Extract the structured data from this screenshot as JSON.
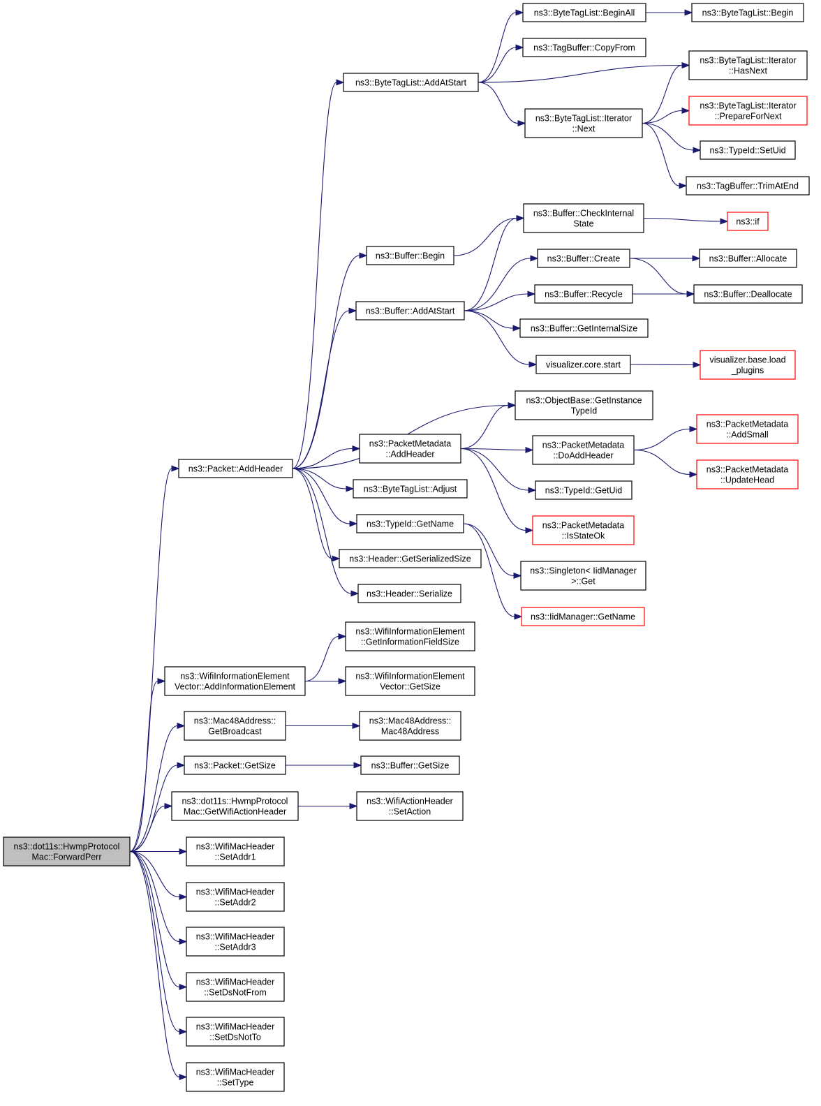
{
  "colors": {
    "edge": "#191970",
    "node_border": "#000000",
    "node_border_incomplete": "#ff0000",
    "root_fill": "#bfbfbf",
    "node_fill": "#ffffff"
  },
  "nodes": [
    {
      "id": "forwardperr",
      "lines": [
        "ns3::dot11s::HwmpProtocol",
        "Mac::ForwardPerr"
      ],
      "style": "root"
    },
    {
      "id": "packet-addheader",
      "lines": [
        "ns3::Packet::AddHeader"
      ],
      "style": "normal"
    },
    {
      "id": "bytetaglist-addatstart",
      "lines": [
        "ns3::ByteTagList::AddAtStart"
      ],
      "style": "normal"
    },
    {
      "id": "bytetaglist-beginall",
      "lines": [
        "ns3::ByteTagList::BeginAll"
      ],
      "style": "normal"
    },
    {
      "id": "bytetaglist-begin",
      "lines": [
        "ns3::ByteTagList::Begin"
      ],
      "style": "normal"
    },
    {
      "id": "tagbuffer-copyfrom",
      "lines": [
        "ns3::TagBuffer::CopyFrom"
      ],
      "style": "normal"
    },
    {
      "id": "iterator-hasnext",
      "lines": [
        "ns3::ByteTagList::Iterator",
        "::HasNext"
      ],
      "style": "normal"
    },
    {
      "id": "iterator-next",
      "lines": [
        "ns3::ByteTagList::Iterator",
        "::Next"
      ],
      "style": "normal"
    },
    {
      "id": "iterator-prepare",
      "lines": [
        "ns3::ByteTagList::Iterator",
        "::PrepareForNext"
      ],
      "style": "red"
    },
    {
      "id": "typeid-setuid",
      "lines": [
        "ns3::TypeId::SetUid"
      ],
      "style": "normal"
    },
    {
      "id": "tagbuffer-trimatend",
      "lines": [
        "ns3::TagBuffer::TrimAtEnd"
      ],
      "style": "normal"
    },
    {
      "id": "buffer-checkinternal",
      "lines": [
        "ns3::Buffer::CheckInternal",
        "State"
      ],
      "style": "normal"
    },
    {
      "id": "ns3-if",
      "lines": [
        "ns3::if"
      ],
      "style": "red"
    },
    {
      "id": "buffer-begin",
      "lines": [
        "ns3::Buffer::Begin"
      ],
      "style": "normal"
    },
    {
      "id": "buffer-create",
      "lines": [
        "ns3::Buffer::Create"
      ],
      "style": "normal"
    },
    {
      "id": "buffer-allocate",
      "lines": [
        "ns3::Buffer::Allocate"
      ],
      "style": "normal"
    },
    {
      "id": "buffer-addatstart",
      "lines": [
        "ns3::Buffer::AddAtStart"
      ],
      "style": "normal"
    },
    {
      "id": "buffer-recycle",
      "lines": [
        "ns3::Buffer::Recycle"
      ],
      "style": "normal"
    },
    {
      "id": "buffer-deallocate",
      "lines": [
        "ns3::Buffer::Deallocate"
      ],
      "style": "normal"
    },
    {
      "id": "buffer-getinternalsize",
      "lines": [
        "ns3::Buffer::GetInternalSize"
      ],
      "style": "normal"
    },
    {
      "id": "visualizer-core-start",
      "lines": [
        "visualizer.core.start"
      ],
      "style": "normal"
    },
    {
      "id": "visualizer-base-load",
      "lines": [
        "visualizer.base.load",
        "_plugins"
      ],
      "style": "red"
    },
    {
      "id": "objectbase-getinstance",
      "lines": [
        "ns3::ObjectBase::GetInstance",
        "TypeId"
      ],
      "style": "normal"
    },
    {
      "id": "packetmetadata-addheader",
      "lines": [
        "ns3::PacketMetadata",
        "::AddHeader"
      ],
      "style": "normal"
    },
    {
      "id": "packetmetadata-doaddheader",
      "lines": [
        "ns3::PacketMetadata",
        "::DoAddHeader"
      ],
      "style": "normal"
    },
    {
      "id": "packetmetadata-addsmall",
      "lines": [
        "ns3::PacketMetadata",
        "::AddSmall"
      ],
      "style": "red"
    },
    {
      "id": "packetmetadata-updatehead",
      "lines": [
        "ns3::PacketMetadata",
        "::UpdateHead"
      ],
      "style": "red"
    },
    {
      "id": "bytetaglist-adjust",
      "lines": [
        "ns3::ByteTagList::Adjust"
      ],
      "style": "normal"
    },
    {
      "id": "typeid-getuid",
      "lines": [
        "ns3::TypeId::GetUid"
      ],
      "style": "normal"
    },
    {
      "id": "typeid-getname",
      "lines": [
        "ns3::TypeId::GetName"
      ],
      "style": "normal"
    },
    {
      "id": "packetmetadata-isstateok",
      "lines": [
        "ns3::PacketMetadata",
        "::IsStateOk"
      ],
      "style": "red"
    },
    {
      "id": "header-getserializedsize",
      "lines": [
        "ns3::Header::GetSerializedSize"
      ],
      "style": "normal"
    },
    {
      "id": "singleton-get",
      "lines": [
        "ns3::Singleton< IidManager",
        ">::Get"
      ],
      "style": "normal"
    },
    {
      "id": "header-serialize",
      "lines": [
        "ns3::Header::Serialize"
      ],
      "style": "normal"
    },
    {
      "id": "iidmanager-getname",
      "lines": [
        "ns3::IidManager::GetName"
      ],
      "style": "red"
    },
    {
      "id": "wie-getinfofieldsize",
      "lines": [
        "ns3::WifiInformationElement",
        "::GetInformationFieldSize"
      ],
      "style": "normal"
    },
    {
      "id": "wiev-addinfoelement",
      "lines": [
        "ns3::WifiInformationElement",
        "Vector::AddInformationElement"
      ],
      "style": "normal"
    },
    {
      "id": "wiev-getsize",
      "lines": [
        "ns3::WifiInformationElement",
        "Vector::GetSize"
      ],
      "style": "normal"
    },
    {
      "id": "mac48-getbroadcast",
      "lines": [
        "ns3::Mac48Address::",
        "GetBroadcast"
      ],
      "style": "normal"
    },
    {
      "id": "mac48-mac48address",
      "lines": [
        "ns3::Mac48Address::",
        "Mac48Address"
      ],
      "style": "normal"
    },
    {
      "id": "packet-getsize",
      "lines": [
        "ns3::Packet::GetSize"
      ],
      "style": "normal"
    },
    {
      "id": "buffer-getsize",
      "lines": [
        "ns3::Buffer::GetSize"
      ],
      "style": "normal"
    },
    {
      "id": "hwmp-getwifiactionheader",
      "lines": [
        "ns3::dot11s::HwmpProtocol",
        "Mac::GetWifiActionHeader"
      ],
      "style": "normal"
    },
    {
      "id": "wifiactionheader-setaction",
      "lines": [
        "ns3::WifiActionHeader",
        "::SetAction"
      ],
      "style": "normal"
    },
    {
      "id": "wifimacheader-setaddr1",
      "lines": [
        "ns3::WifiMacHeader",
        "::SetAddr1"
      ],
      "style": "normal"
    },
    {
      "id": "wifimacheader-setaddr2",
      "lines": [
        "ns3::WifiMacHeader",
        "::SetAddr2"
      ],
      "style": "normal"
    },
    {
      "id": "wifimacheader-setaddr3",
      "lines": [
        "ns3::WifiMacHeader",
        "::SetAddr3"
      ],
      "style": "normal"
    },
    {
      "id": "wifimacheader-setdsnotfrom",
      "lines": [
        "ns3::WifiMacHeader",
        "::SetDsNotFrom"
      ],
      "style": "normal"
    },
    {
      "id": "wifimacheader-setdsnotto",
      "lines": [
        "ns3::WifiMacHeader",
        "::SetDsNotTo"
      ],
      "style": "normal"
    },
    {
      "id": "wifimacheader-settype",
      "lines": [
        "ns3::WifiMacHeader",
        "::SetType"
      ],
      "style": "normal"
    }
  ],
  "edges": [
    [
      "forwardperr",
      "packet-addheader"
    ],
    [
      "forwardperr",
      "wiev-addinfoelement"
    ],
    [
      "forwardperr",
      "mac48-getbroadcast"
    ],
    [
      "forwardperr",
      "packet-getsize"
    ],
    [
      "forwardperr",
      "hwmp-getwifiactionheader"
    ],
    [
      "forwardperr",
      "wifimacheader-setaddr1"
    ],
    [
      "forwardperr",
      "wifimacheader-setaddr2"
    ],
    [
      "forwardperr",
      "wifimacheader-setaddr3"
    ],
    [
      "forwardperr",
      "wifimacheader-setdsnotfrom"
    ],
    [
      "forwardperr",
      "wifimacheader-setdsnotto"
    ],
    [
      "forwardperr",
      "wifimacheader-settype"
    ],
    [
      "packet-addheader",
      "bytetaglist-addatstart"
    ],
    [
      "packet-addheader",
      "buffer-begin"
    ],
    [
      "packet-addheader",
      "buffer-addatstart"
    ],
    [
      "packet-addheader",
      "objectbase-getinstance"
    ],
    [
      "packet-addheader",
      "packetmetadata-addheader"
    ],
    [
      "packet-addheader",
      "bytetaglist-adjust"
    ],
    [
      "packet-addheader",
      "typeid-getname"
    ],
    [
      "packet-addheader",
      "header-getserializedsize"
    ],
    [
      "packet-addheader",
      "header-serialize"
    ],
    [
      "bytetaglist-addatstart",
      "bytetaglist-beginall"
    ],
    [
      "bytetaglist-addatstart",
      "tagbuffer-copyfrom"
    ],
    [
      "bytetaglist-addatstart",
      "iterator-hasnext"
    ],
    [
      "bytetaglist-addatstart",
      "iterator-next"
    ],
    [
      "bytetaglist-beginall",
      "bytetaglist-begin"
    ],
    [
      "iterator-next",
      "iterator-hasnext"
    ],
    [
      "iterator-next",
      "iterator-prepare"
    ],
    [
      "iterator-next",
      "typeid-setuid"
    ],
    [
      "iterator-next",
      "tagbuffer-trimatend"
    ],
    [
      "buffer-begin",
      "buffer-checkinternal"
    ],
    [
      "buffer-checkinternal",
      "ns3-if"
    ],
    [
      "buffer-addatstart",
      "buffer-checkinternal"
    ],
    [
      "buffer-addatstart",
      "buffer-create"
    ],
    [
      "buffer-addatstart",
      "buffer-recycle"
    ],
    [
      "buffer-addatstart",
      "buffer-getinternalsize"
    ],
    [
      "buffer-addatstart",
      "visualizer-core-start"
    ],
    [
      "buffer-create",
      "buffer-allocate"
    ],
    [
      "buffer-create",
      "buffer-deallocate"
    ],
    [
      "buffer-recycle",
      "buffer-deallocate"
    ],
    [
      "visualizer-core-start",
      "visualizer-base-load"
    ],
    [
      "packetmetadata-addheader",
      "objectbase-getinstance"
    ],
    [
      "packetmetadata-addheader",
      "packetmetadata-doaddheader"
    ],
    [
      "packetmetadata-addheader",
      "typeid-getuid"
    ],
    [
      "packetmetadata-addheader",
      "packetmetadata-isstateok"
    ],
    [
      "packetmetadata-doaddheader",
      "packetmetadata-addsmall"
    ],
    [
      "packetmetadata-doaddheader",
      "packetmetadata-updatehead"
    ],
    [
      "typeid-getname",
      "singleton-get"
    ],
    [
      "typeid-getname",
      "iidmanager-getname"
    ],
    [
      "wiev-addinfoelement",
      "wie-getinfofieldsize"
    ],
    [
      "wiev-addinfoelement",
      "wiev-getsize"
    ],
    [
      "mac48-getbroadcast",
      "mac48-mac48address"
    ],
    [
      "packet-getsize",
      "buffer-getsize"
    ],
    [
      "hwmp-getwifiactionheader",
      "wifiactionheader-setaction"
    ]
  ]
}
